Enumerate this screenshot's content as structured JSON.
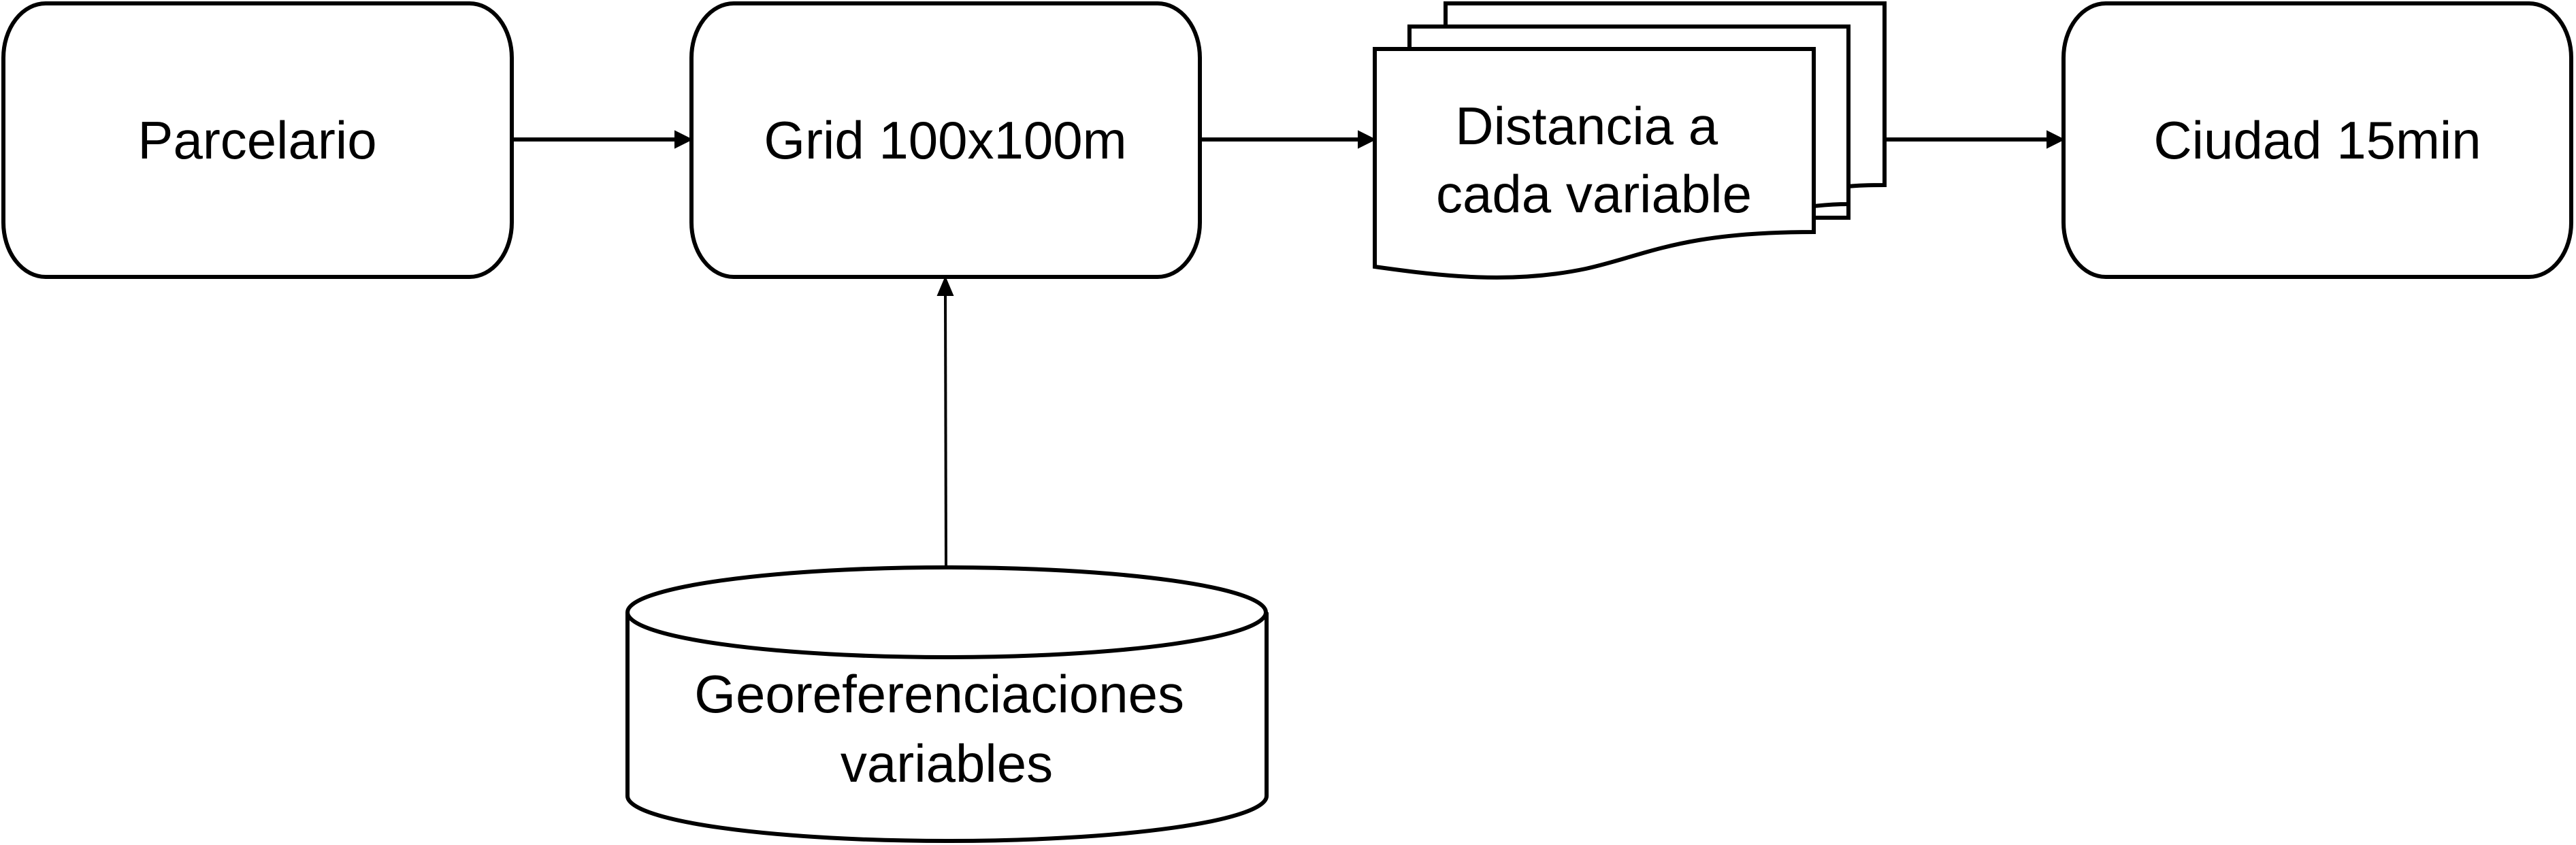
{
  "diagram": {
    "type": "flowchart",
    "colors": {
      "stroke": "#000000",
      "fill": "#ffffff",
      "text": "#000000"
    },
    "nodes": [
      {
        "id": "parcelario",
        "shape": "rounded-rectangle",
        "lines": [
          "Parcelario"
        ]
      },
      {
        "id": "grid",
        "shape": "rounded-rectangle",
        "lines": [
          "Grid 100x100m"
        ]
      },
      {
        "id": "distancia",
        "shape": "multi-document",
        "lines": [
          "Distancia a",
          "cada variable"
        ]
      },
      {
        "id": "ciudad",
        "shape": "rounded-rectangle",
        "lines": [
          "Ciudad 15min"
        ]
      },
      {
        "id": "georef",
        "shape": "database-cylinder",
        "lines": [
          "Georeferenciaciones",
          "variables"
        ]
      }
    ],
    "edges": [
      {
        "from": "parcelario",
        "to": "grid"
      },
      {
        "from": "grid",
        "to": "distancia"
      },
      {
        "from": "distancia",
        "to": "ciudad"
      },
      {
        "from": "georef",
        "to": "grid"
      }
    ]
  }
}
